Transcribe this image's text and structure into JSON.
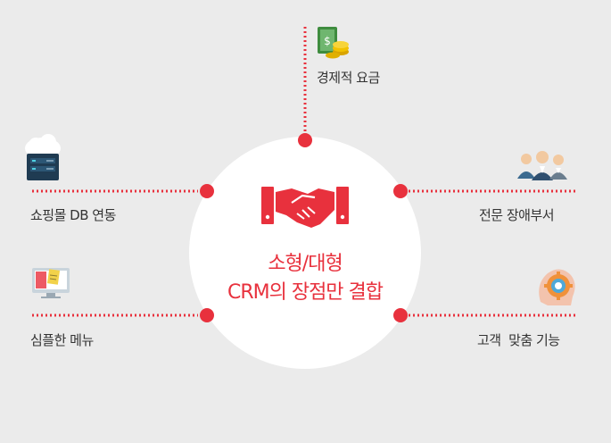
{
  "colors": {
    "accent": "#e8313d",
    "background": "#ebebeb",
    "circle": "#ffffff",
    "text": "#333333"
  },
  "center": {
    "line1": "소형/대형",
    "line2": "CRM의 장점만 결합",
    "icon": "handshake-icon"
  },
  "features": {
    "top": {
      "label": "경제적 요금",
      "icon": "money-coins-icon"
    },
    "left_upper": {
      "label": "쇼핑몰 DB 연동",
      "icon": "cloud-server-icon"
    },
    "right_upper": {
      "label": "전문 장애부서",
      "icon": "team-people-icon"
    },
    "left_lower": {
      "label": "심플한 메뉴",
      "icon": "monitor-menu-icon"
    },
    "right_lower": {
      "label": "고객  맞춤 기능",
      "icon": "gear-head-icon"
    }
  }
}
